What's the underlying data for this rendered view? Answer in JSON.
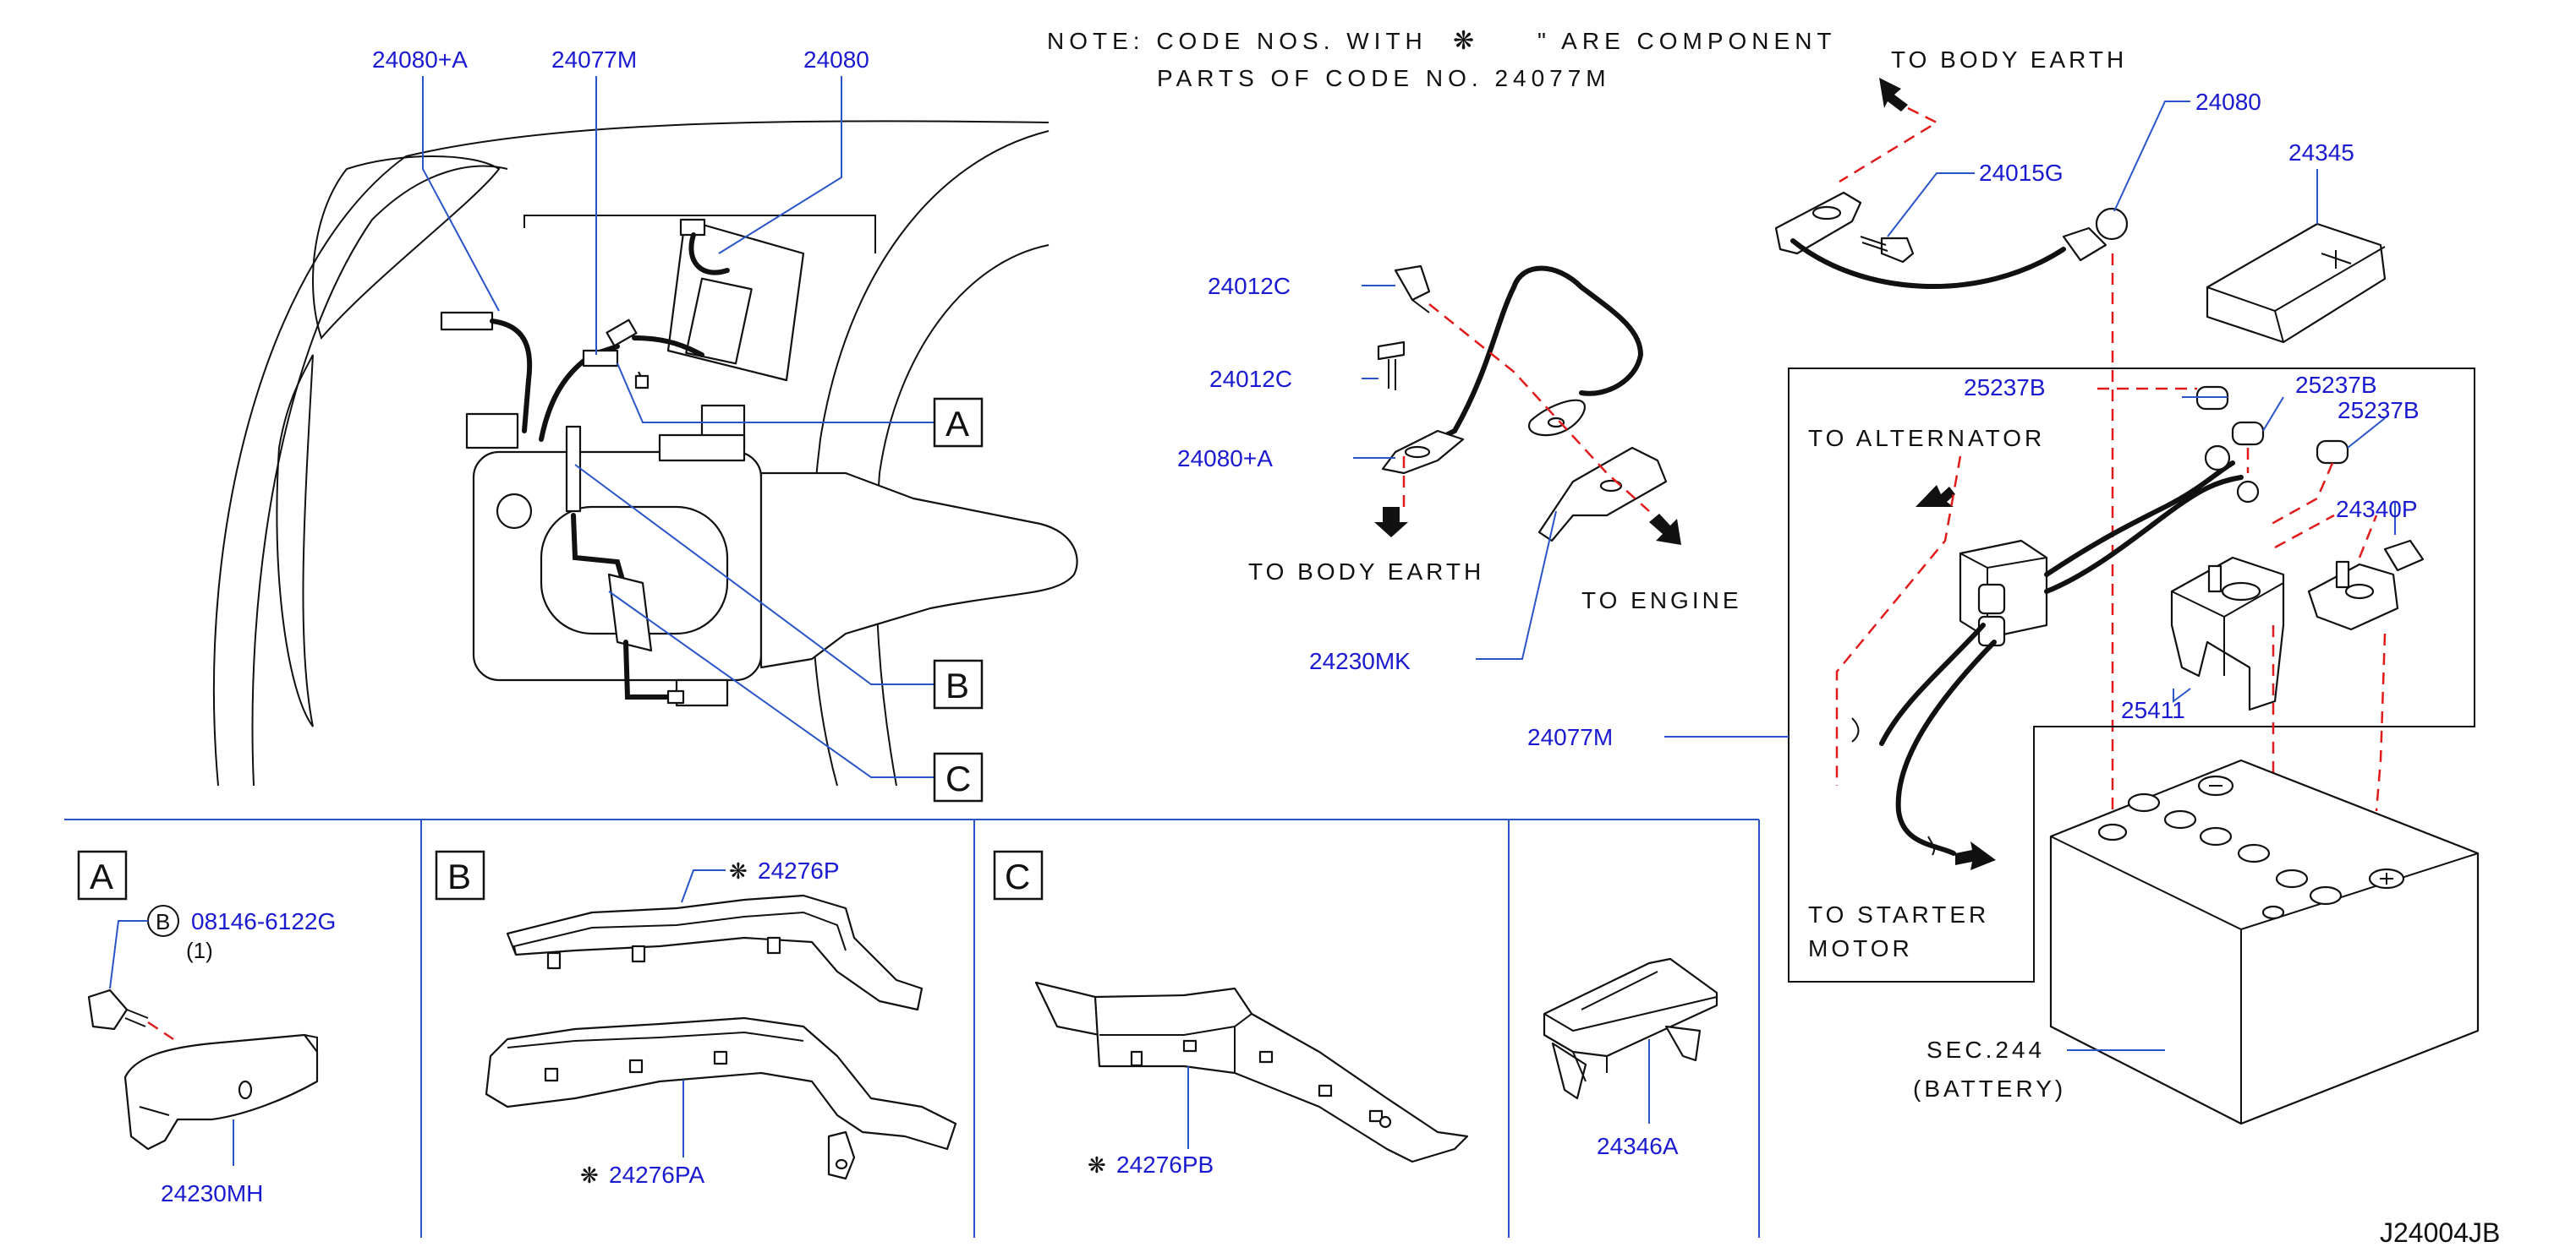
{
  "note": {
    "line1_a": "NOTE:  CODE  NOS.  WITH",
    "line1_b": "\"  ARE  COMPONENT",
    "line2": "PARTS  OF  CODE  NO.  24077M",
    "symbol": "❋"
  },
  "part_numbers": {
    "p24080_a_top": "24080+A",
    "p24077m_top": "24077M",
    "p24080_top": "24080",
    "p24012c_1": "24012C",
    "p24012c_2": "24012C",
    "p24080_a_mid": "24080+A",
    "p24230mk": "24230MK",
    "p24015g": "24015G",
    "p24080_right": "24080",
    "p24345": "24345",
    "p25237b_1": "25237B",
    "p25237b_2": "25237B",
    "p25237b_3": "25237B",
    "p24340p": "24340P",
    "p25411": "25411",
    "p24077m_right": "24077M",
    "p08146": "08146-6122G",
    "p08146_qty": "(1)",
    "p24230mh": "24230MH",
    "p24276p": "24276P",
    "p24276pa": "24276PA",
    "p24276pb": "24276PB",
    "p24346a": "24346A",
    "sec244": "SEC.244",
    "battery": "(BATTERY)"
  },
  "labels": {
    "to_body_earth_mid": "TO  BODY  EARTH",
    "to_engine": "TO  ENGINE",
    "to_body_earth_right": "TO  BODY  EARTH",
    "to_alternator": "TO  ALTERNATOR",
    "to_starter_1": "TO  STARTER",
    "to_starter_2": "MOTOR"
  },
  "callouts": {
    "a": "A",
    "b": "B",
    "c": "C",
    "detail_a": "A",
    "detail_b": "B",
    "detail_c": "C",
    "bolt_b": "B"
  },
  "diagram_code": "J24004JB",
  "colors": {
    "part_number_text": "#1a1ad0",
    "leader_line": "#2a55c8",
    "dashed_guide": "#e11b1b",
    "line_art": "#111111"
  },
  "icons": {
    "component_marker": "asterisk-flower-icon",
    "direction_arrow": "arrow-icon"
  }
}
